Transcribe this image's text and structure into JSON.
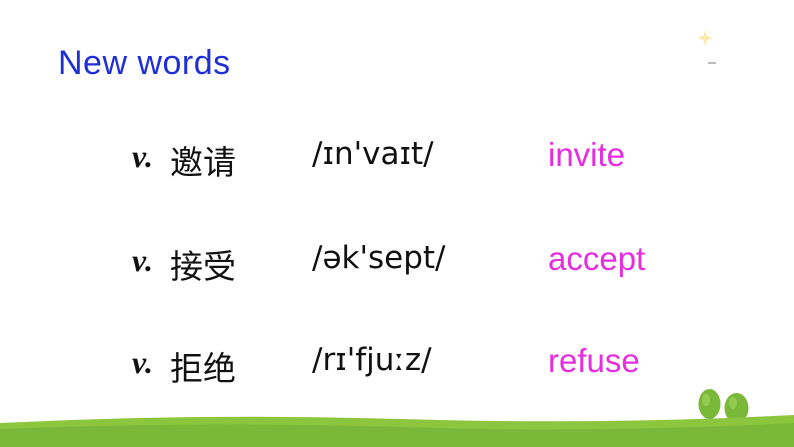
{
  "slide": {
    "title": "New words",
    "vocab": [
      {
        "pos": "v.",
        "chinese": "邀请",
        "phonetic": "/ɪn'vaɪt/",
        "word": "invite"
      },
      {
        "pos": "v.",
        "chinese": "接受",
        "phonetic": "/ək'sept/",
        "word": "accept"
      },
      {
        "pos": "v.",
        "chinese": "拒绝",
        "phonetic": "/rɪ'fjuːz/",
        "word": "refuse"
      }
    ]
  },
  "colors": {
    "title": "#1e2fd8",
    "word": "#e62ee0",
    "grass": "#8cc63f",
    "tree": "#7ab83a"
  },
  "decorations": {
    "ground": "grass-strip",
    "trees": "tree-icon"
  }
}
